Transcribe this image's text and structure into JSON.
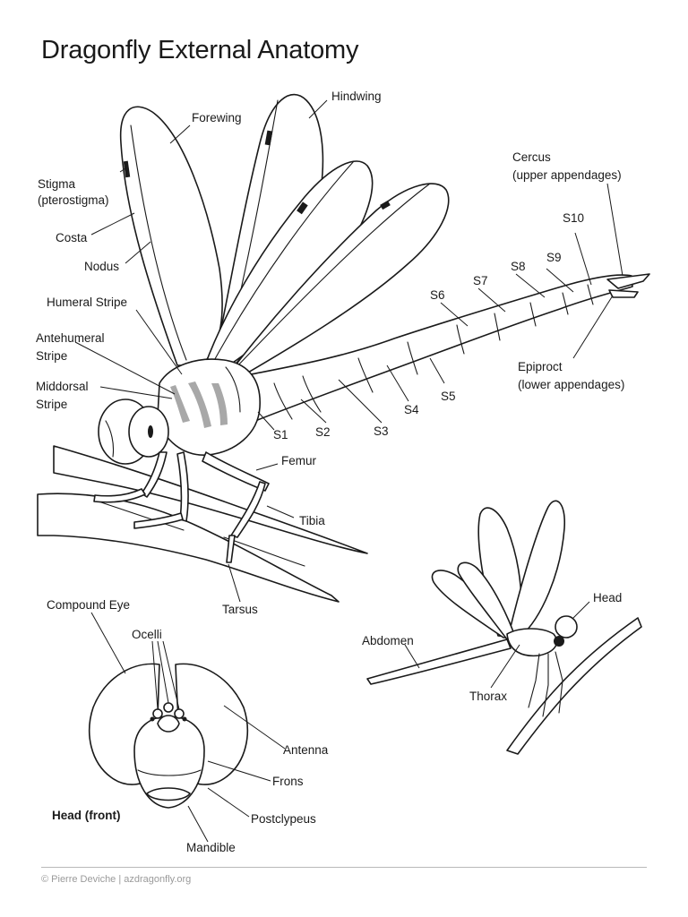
{
  "title": "Dragonfly External Anatomy",
  "labels": {
    "forewing": "Forewing",
    "hindwing": "Hindwing",
    "stigma_1": "Stigma",
    "stigma_2": "(pterostigma)",
    "costa": "Costa",
    "nodus": "Nodus",
    "humeral_stripe": "Humeral Stripe",
    "antehumeral_1": "Antehumeral",
    "antehumeral_2": "Stripe",
    "middorsal_1": "Middorsal",
    "middorsal_2": "Stripe",
    "cercus_1": "Cercus",
    "cercus_2": "(upper appendages)",
    "epiproct_1": "Epiproct",
    "epiproct_2": "(lower appendages)",
    "s1": "S1",
    "s2": "S2",
    "s3": "S3",
    "s4": "S4",
    "s5": "S5",
    "s6": "S6",
    "s7": "S7",
    "s8": "S8",
    "s9": "S9",
    "s10": "S10",
    "femur": "Femur",
    "tibia": "Tibia",
    "tarsus": "Tarsus",
    "compound_eye": "Compound Eye",
    "ocelli": "Ocelli",
    "antenna": "Antenna",
    "frons": "Frons",
    "postclypeus": "Postclypeus",
    "mandible": "Mandible",
    "head_front": "Head (front)",
    "head": "Head",
    "abdomen": "Abdomen",
    "thorax": "Thorax"
  },
  "footer": {
    "credit": "© Pierre Deviche | azdragonfly.org"
  },
  "colors": {
    "ink": "#1a1a1a",
    "stripe": "#a8a8a8",
    "rule": "#b9b9b9",
    "credit": "#9a9a9a"
  }
}
